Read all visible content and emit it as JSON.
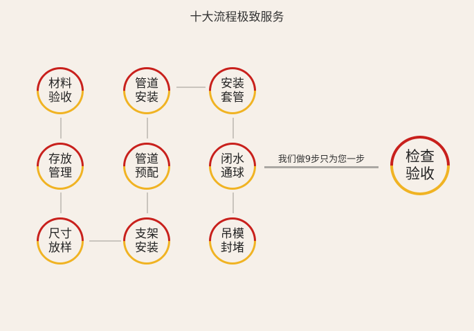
{
  "title": "十大流程极致服务",
  "steps": [
    {
      "l1": "材料",
      "l2": "验收"
    },
    {
      "l1": "管道",
      "l2": "安装"
    },
    {
      "l1": "安装",
      "l2": "套管"
    },
    {
      "l1": "存放",
      "l2": "管理"
    },
    {
      "l1": "管道",
      "l2": "预配"
    },
    {
      "l1": "闭水",
      "l2": "通球"
    },
    {
      "l1": "尺寸",
      "l2": "放样"
    },
    {
      "l1": "支架",
      "l2": "安装"
    },
    {
      "l1": "吊模",
      "l2": "封堵"
    }
  ],
  "final": {
    "l1": "检查",
    "l2": "验收"
  },
  "motto": "我们做9步只为您一步",
  "colors": {
    "red": "#c8201c",
    "orange": "#f0b323"
  }
}
